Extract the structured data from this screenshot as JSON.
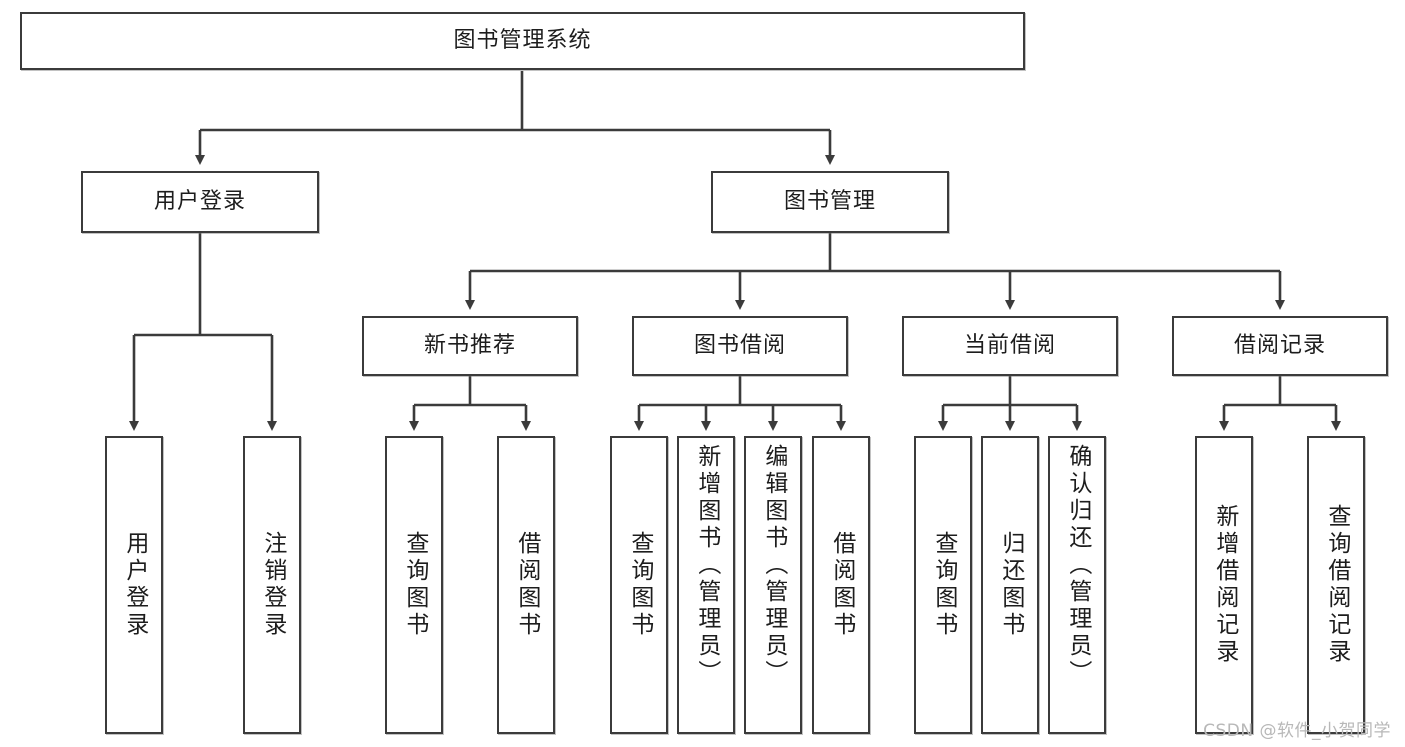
{
  "diagram": {
    "title": "图书管理系统",
    "watermark": "CSDN @软件_小贺同学",
    "root": {
      "label": "图书管理系统"
    },
    "level2": [
      {
        "label": "用户登录"
      },
      {
        "label": "图书管理"
      }
    ],
    "level3": [
      {
        "label": "新书推荐"
      },
      {
        "label": "图书借阅"
      },
      {
        "label": "当前借阅"
      },
      {
        "label": "借阅记录"
      }
    ],
    "leaves": {
      "user_login": [
        {
          "label": "用户登录"
        },
        {
          "label": "注销登录"
        }
      ],
      "new_book": [
        {
          "label": "查询图书"
        },
        {
          "label": "借阅图书"
        }
      ],
      "borrow": [
        {
          "label": "查询图书"
        },
        {
          "label": "新增图书（管理员）"
        },
        {
          "label": "编辑图书（管理员）"
        },
        {
          "label": "借阅图书"
        }
      ],
      "current": [
        {
          "label": "查询图书"
        },
        {
          "label": "归还图书"
        },
        {
          "label": "确认归还（管理员）"
        }
      ],
      "records": [
        {
          "label": "新增借阅记录"
        },
        {
          "label": "查询借阅记录"
        }
      ]
    },
    "colors": {
      "stroke": "#3b3b3b",
      "fill": "#ffffff",
      "text": "#1d1d1d",
      "watermark": "#b8b8b8"
    }
  }
}
